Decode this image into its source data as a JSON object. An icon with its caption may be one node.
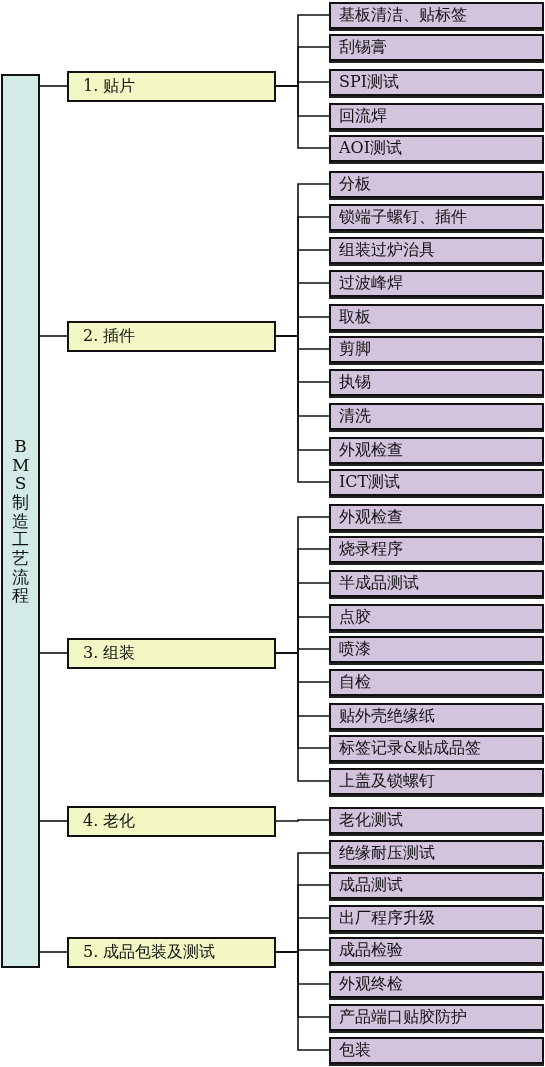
{
  "diagram": {
    "nodes": [
      {
        "text": [
          "BMS 制造工艺流程"
        ]
      },
      {
        "text": [
          "1. 贴片"
        ]
      },
      {
        "text": [
          "基板清洁、贴标签"
        ]
      },
      {
        "text": [
          "刮锡膏"
        ]
      },
      {
        "text": [
          "SPI测试"
        ]
      },
      {
        "text": [
          "回流焊"
        ]
      },
      {
        "text": [
          "AOI测试"
        ]
      },
      {
        "text": [
          "2. 插件"
        ]
      },
      {
        "text": [
          "分板"
        ]
      },
      {
        "text": [
          "锁端子螺钉、插件"
        ]
      },
      {
        "text": [
          "组装过炉治具"
        ]
      },
      {
        "text": [
          "过波峰焊"
        ]
      },
      {
        "text": [
          "取板"
        ]
      },
      {
        "text": [
          "剪脚"
        ]
      },
      {
        "text": [
          "执锡"
        ]
      },
      {
        "text": [
          "清洗"
        ]
      },
      {
        "text": [
          "外观检查"
        ]
      },
      {
        "text": [
          "ICT测试"
        ]
      },
      {
        "text": [
          "3. 组装"
        ]
      },
      {
        "text": [
          "外观检查"
        ]
      },
      {
        "text": [
          "烧录程序"
        ]
      },
      {
        "text": [
          "半成品测试"
        ]
      },
      {
        "text": [
          "点胶"
        ]
      },
      {
        "text": [
          "喷漆"
        ]
      },
      {
        "text": [
          "自检"
        ]
      },
      {
        "text": [
          "贴外壳绝缘纸"
        ]
      },
      {
        "text": [
          "标签记录&贴成品签"
        ]
      },
      {
        "text": [
          "上盖及锁螺钉"
        ]
      },
      {
        "text": [
          "4. 老化"
        ]
      },
      {
        "text": [
          "老化测试"
        ]
      },
      {
        "text": [
          "5. 成品包装及测试"
        ]
      },
      {
        "text": [
          "绝缘耐压测试"
        ]
      },
      {
        "text": [
          "成品测试"
        ]
      },
      {
        "text": [
          "出厂程序升级"
        ]
      },
      {
        "text": [
          "成品检验"
        ]
      },
      {
        "text": [
          "外观终检"
        ]
      },
      {
        "text": [
          "产品端口贴胶防护"
        ]
      },
      {
        "text": [
          "包装"
        ]
      }
    ],
    "edges": [
      {
        "from": 0,
        "to": 1,
        "arrow": "none"
      },
      {
        "from": 1,
        "to": 2,
        "arrow": "none"
      },
      {
        "from": 1,
        "to": 3,
        "arrow": "none"
      },
      {
        "from": 1,
        "to": 4,
        "arrow": "none"
      },
      {
        "from": 1,
        "to": 5,
        "arrow": "none"
      },
      {
        "from": 1,
        "to": 6,
        "arrow": "none"
      },
      {
        "from": 0,
        "to": 7,
        "arrow": "none"
      },
      {
        "from": 7,
        "to": 8,
        "arrow": "none"
      },
      {
        "from": 7,
        "to": 9,
        "arrow": "none"
      },
      {
        "from": 7,
        "to": 10,
        "arrow": "none"
      },
      {
        "from": 7,
        "to": 11,
        "arrow": "none"
      },
      {
        "from": 7,
        "to": 12,
        "arrow": "none"
      },
      {
        "from": 7,
        "to": 13,
        "arrow": "none"
      },
      {
        "from": 7,
        "to": 14,
        "arrow": "none"
      },
      {
        "from": 7,
        "to": 15,
        "arrow": "none"
      },
      {
        "from": 7,
        "to": 16,
        "arrow": "none"
      },
      {
        "from": 7,
        "to": 17,
        "arrow": "none"
      },
      {
        "from": 0,
        "to": 18,
        "arrow": "none"
      },
      {
        "from": 18,
        "to": 19,
        "arrow": "none"
      },
      {
        "from": 18,
        "to": 20,
        "arrow": "none"
      },
      {
        "from": 18,
        "to": 21,
        "arrow": "none"
      },
      {
        "from": 18,
        "to": 22,
        "arrow": "none"
      },
      {
        "from": 18,
        "to": 23,
        "arrow": "none"
      },
      {
        "from": 18,
        "to": 24,
        "arrow": "none"
      },
      {
        "from": 18,
        "to": 25,
        "arrow": "none"
      },
      {
        "from": 18,
        "to": 26,
        "arrow": "none"
      },
      {
        "from": 18,
        "to": 27,
        "arrow": "none"
      },
      {
        "from": 0,
        "to": 28,
        "arrow": "none"
      },
      {
        "from": 28,
        "to": 29,
        "arrow": "none"
      },
      {
        "from": 0,
        "to": 30,
        "arrow": "none"
      },
      {
        "from": 30,
        "to": 31,
        "arrow": "none"
      },
      {
        "from": 30,
        "to": 32,
        "arrow": "none"
      },
      {
        "from": 30,
        "to": 33,
        "arrow": "none"
      },
      {
        "from": 30,
        "to": 34,
        "arrow": "none"
      },
      {
        "from": 30,
        "to": 35,
        "arrow": "none"
      },
      {
        "from": 30,
        "to": 36,
        "arrow": "none"
      },
      {
        "from": 30,
        "to": 37,
        "arrow": "none"
      }
    ]
  }
}
